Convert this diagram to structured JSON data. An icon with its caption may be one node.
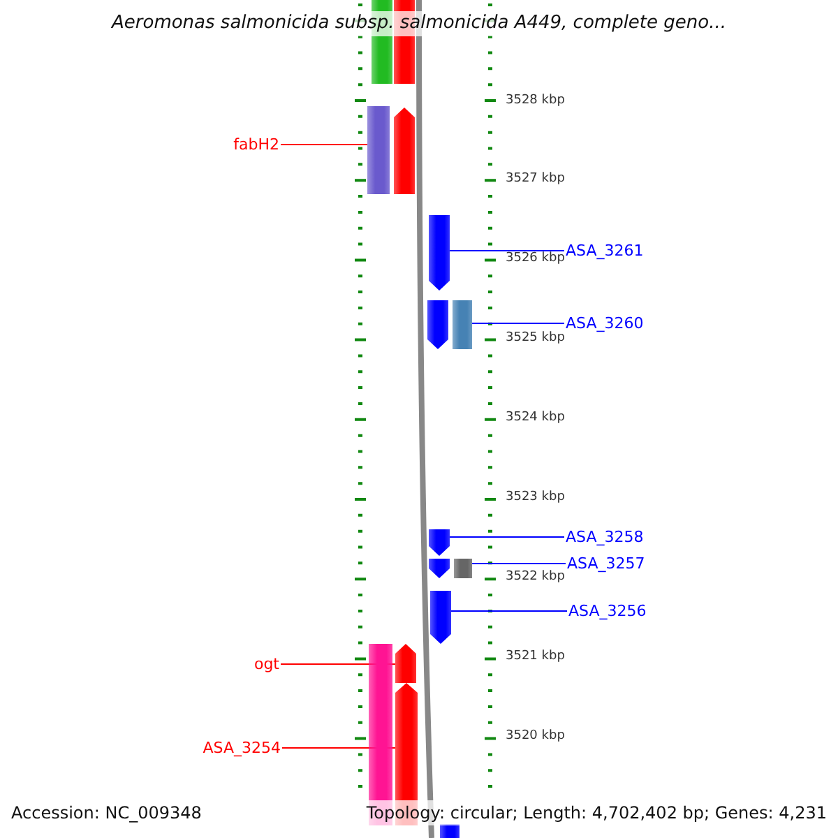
{
  "diagram": {
    "title": "Aeromonas salmonicida subsp. salmonicida A449, complete geno...",
    "nodes": [
      {
        "text": [
          "fabH2"
        ]
      },
      {
        "text": [
          "ASA_3261"
        ]
      },
      {
        "text": [
          "ASA_3260"
        ]
      },
      {
        "text": [
          "ASA_3258"
        ]
      },
      {
        "text": [
          "ASA_3257"
        ]
      },
      {
        "text": [
          "ASA_3256"
        ]
      },
      {
        "text": [
          "ogt"
        ]
      },
      {
        "text": [
          "ASA_3254"
        ]
      },
      {
        "text": [],
        "shape": "bar"
      },
      {
        "text": [],
        "shape": "bar"
      },
      {
        "text": [],
        "shape": "bar"
      },
      {
        "text": [],
        "shape": "arrow"
      },
      {
        "text": [],
        "shape": "arrow"
      },
      {
        "text": [],
        "shape": "arrow"
      },
      {
        "text": [],
        "shape": "bar"
      },
      {
        "text": [],
        "shape": "arrow"
      },
      {
        "text": [],
        "shape": "arrow"
      },
      {
        "text": [],
        "shape": "bar"
      },
      {
        "text": [],
        "shape": "arrow"
      },
      {
        "text": [],
        "shape": "bar"
      },
      {
        "text": [],
        "shape": "arrow"
      },
      {
        "text": [],
        "shape": "arrow"
      },
      {
        "text": [],
        "shape": "bar"
      }
    ],
    "edges": [
      {
        "from": 0,
        "to": 10,
        "arrow": "none",
        "color": "#ff0000"
      },
      {
        "from": 1,
        "to": 12,
        "arrow": "none"
      },
      {
        "from": 2,
        "to": 14,
        "arrow": "none"
      },
      {
        "from": 3,
        "to": 15,
        "arrow": "none"
      },
      {
        "from": 4,
        "to": 17,
        "arrow": "none"
      },
      {
        "from": 5,
        "to": 18,
        "arrow": "none"
      },
      {
        "from": 6,
        "to": 20,
        "arrow": "none",
        "color": "#ff0000"
      },
      {
        "from": 7,
        "to": 21,
        "arrow": "none",
        "color": "#ff0000"
      }
    ],
    "labels": [
      "3528 kbp",
      "3527 kbp",
      "3526 kbp",
      "3525 kbp",
      "3524 kbp",
      "3523 kbp",
      "3522 kbp",
      "3521 kbp",
      "3520 kbp",
      "Accession: NC_009348",
      "Topology: circular; Length: 4,702,402 bp; Genes: 4,231"
    ]
  }
}
